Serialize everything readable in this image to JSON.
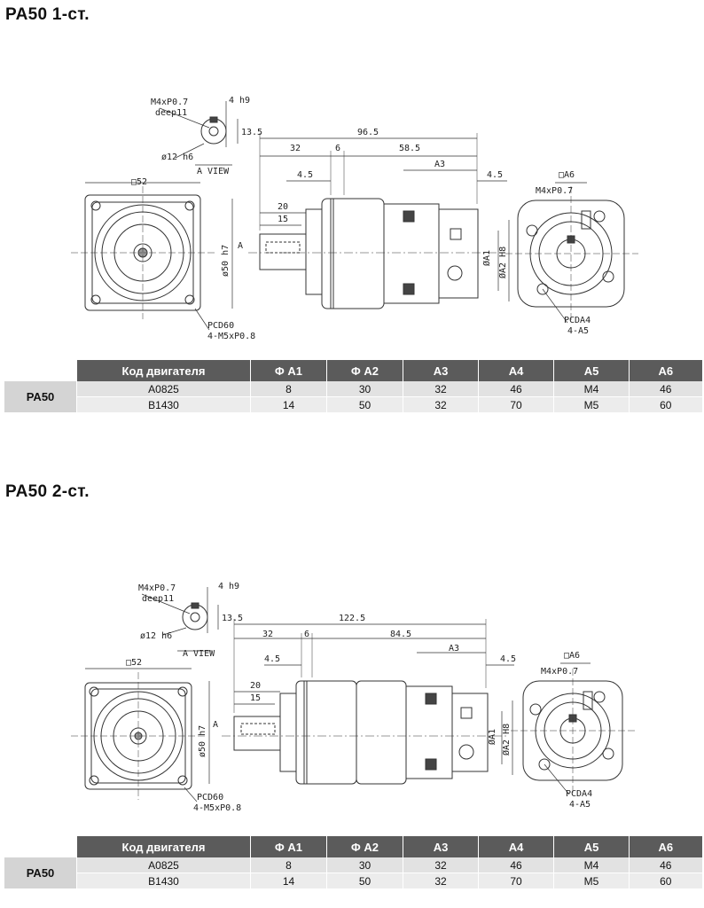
{
  "sections": [
    {
      "title": "PA50 1-ст.",
      "drawing": {
        "a_view": {
          "thread": "M4xP0.7",
          "depth": "deep11",
          "key": "4 h9",
          "height": "13.5",
          "shaft": "ø12 h6",
          "caption": "A VIEW"
        },
        "flange_size": "□52",
        "pcd": "PCD60",
        "holes": "4-M5xP0.8",
        "total_length": "96.5",
        "seg_a": "32",
        "seg_b": "6",
        "seg_c": "58.5",
        "a3": "A3",
        "left_gap": "4.5",
        "right_gap": "4.5",
        "shaft_len": "20",
        "key_len": "15",
        "body_dia": "ø50 h7",
        "a_mark": "A",
        "phi_a1": "ØA1",
        "phi_a2": "ØA2 H8",
        "motor_square": "□A6",
        "motor_thread": "M4xP0.7",
        "pcda4": "PCDA4",
        "a5": "4-A5"
      },
      "table": {
        "headers": [
          "Код двигателя",
          "Φ A1",
          "Φ A2",
          "A3",
          "A4",
          "A5",
          "A6"
        ],
        "model": "PA50",
        "rows": [
          [
            "A0825",
            "8",
            "30",
            "32",
            "46",
            "M4",
            "46"
          ],
          [
            "B1430",
            "14",
            "50",
            "32",
            "70",
            "M5",
            "60"
          ]
        ]
      }
    },
    {
      "title": "PA50 2-ст.",
      "drawing": {
        "a_view": {
          "thread": "M4xP0.7",
          "depth": "deep11",
          "key": "4 h9",
          "height": "13.5",
          "shaft": "ø12 h6",
          "caption": "A VIEW"
        },
        "flange_size": "□52",
        "pcd": "PCD60",
        "holes": "4-M5xP0.8",
        "total_length": "122.5",
        "seg_a": "32",
        "seg_b": "6",
        "seg_c": "84.5",
        "a3": "A3",
        "left_gap": "4.5",
        "right_gap": "4.5",
        "shaft_len": "20",
        "key_len": "15",
        "body_dia": "ø50 h7",
        "a_mark": "A",
        "phi_a1": "ØA1",
        "phi_a2": "ØA2 H8",
        "motor_square": "□A6",
        "motor_thread": "M4xP0.7",
        "pcda4": "PCDA4",
        "a5": "4-A5"
      },
      "table": {
        "headers": [
          "Код двигателя",
          "Φ A1",
          "Φ A2",
          "A3",
          "A4",
          "A5",
          "A6"
        ],
        "model": "PA50",
        "rows": [
          [
            "A0825",
            "8",
            "30",
            "32",
            "46",
            "M4",
            "46"
          ],
          [
            "B1430",
            "14",
            "50",
            "32",
            "70",
            "M5",
            "60"
          ]
        ]
      }
    }
  ]
}
